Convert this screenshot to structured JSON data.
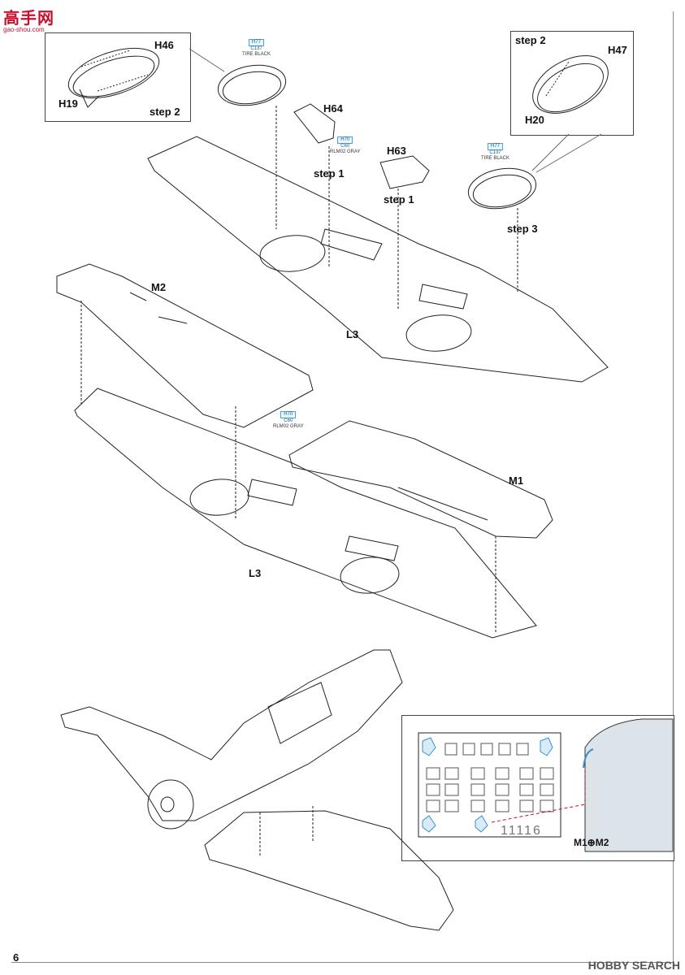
{
  "page_number": "6",
  "watermark_left": {
    "brand": "高手网",
    "url": "gao-shou.com"
  },
  "watermark_right": "HOBBY SEARCH",
  "parts": {
    "H46": "H46",
    "H19": "H19",
    "H47": "H47",
    "H20": "H20",
    "H64": "H64",
    "H63": "H63",
    "L3_top": "L3",
    "L3_bottom": "L3",
    "M1": "M1",
    "M2": "M2"
  },
  "steps": {
    "inset_left": "step 2",
    "inset_right": "step 2",
    "h64": "step 1",
    "h63": "step 1",
    "wheel_right": "step 3"
  },
  "color_callouts": [
    {
      "code": "H77",
      "num": "C137",
      "name": "TIRE BLACK"
    },
    {
      "code": "H70",
      "num": "C60",
      "name": "RLM02 GRAY"
    },
    {
      "code": "H77",
      "num": "C137",
      "name": "TIRE BLACK"
    },
    {
      "code": "H70",
      "num": "C60",
      "name": "RLM02 GRAY"
    }
  ],
  "mask_sheet_number": "11116",
  "mask_join_label": "M1⊕M2"
}
